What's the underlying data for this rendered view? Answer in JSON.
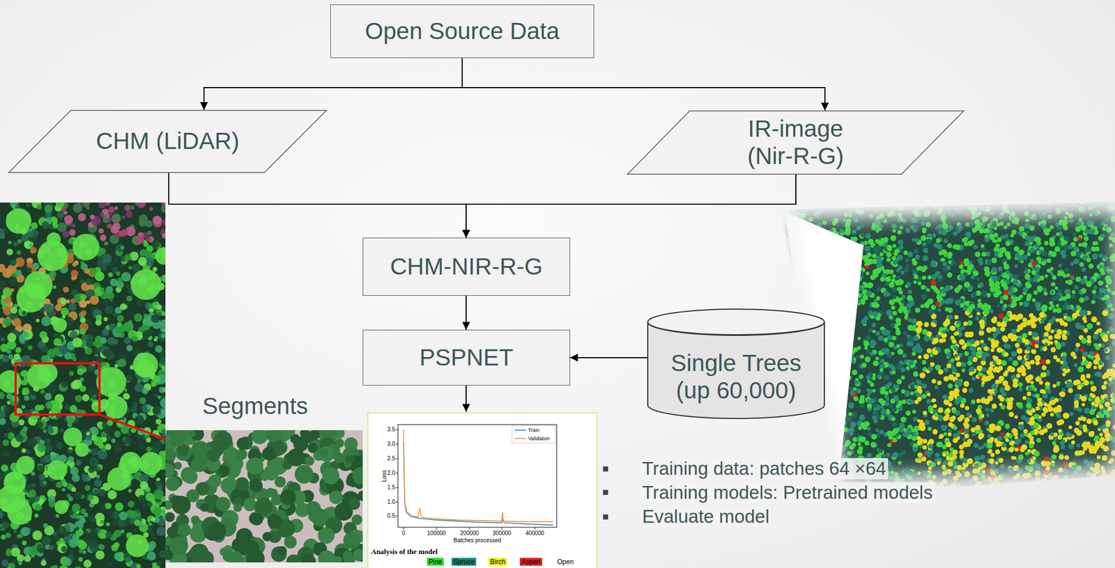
{
  "diagram": {
    "nodes": [
      {
        "text": [
          "Open Source Data"
        ]
      },
      {
        "text": [
          "CHM (LiDAR)"
        ]
      },
      {
        "text": [
          "IR-image (Nir-R-G)"
        ]
      },
      {
        "text": [
          "CHM-NIR-R-G"
        ]
      },
      {
        "text": [
          "PSPNET"
        ]
      },
      {
        "text": [
          "Single Trees (up 60,000)"
        ]
      }
    ],
    "edges": [
      {
        "from": 0,
        "to": 1,
        "arrow": "to"
      },
      {
        "from": 0,
        "to": 2,
        "arrow": "to"
      },
      {
        "from": 1,
        "to": 3,
        "arrow": "to"
      },
      {
        "from": 2,
        "to": 3,
        "arrow": "to"
      },
      {
        "from": 3,
        "to": 4,
        "arrow": "to"
      },
      {
        "from": 5,
        "to": 4,
        "arrow": "to"
      }
    ],
    "labels": [
      "Segments",
      "3.5",
      "3.0",
      "2.5",
      "2.0",
      "1.5",
      "1.0",
      "0.5",
      "0",
      "100000",
      "200000",
      "300000",
      "400000",
      "Loss",
      "Batches processed",
      "Analysis of the model",
      "Training data: patches 64 ×64",
      "Training models: Pretrained models",
      "Evaluate model"
    ],
    "legend": [
      {
        "text": "Train"
      },
      {
        "text": "Validation"
      },
      {
        "text": "Pine",
        "color": "#22e022"
      },
      {
        "text": "Spruce",
        "color": "#0e8a80"
      },
      {
        "text": "Birch",
        "color": "#f0f020"
      },
      {
        "text": "Aspen",
        "color": "#e02020"
      },
      {
        "text": "Open",
        "color": "#ffffff"
      }
    ]
  }
}
